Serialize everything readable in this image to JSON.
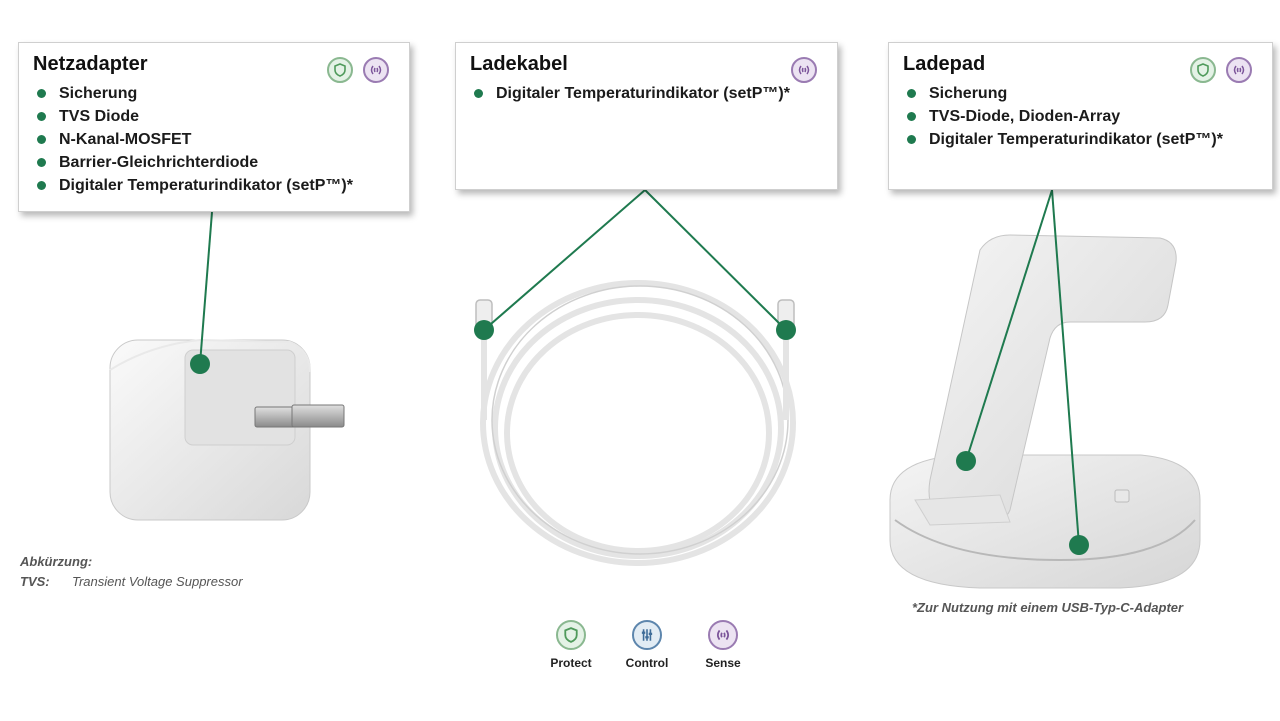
{
  "boxes": {
    "netzadapter": {
      "title": "Netzadapter",
      "items": [
        "Sicherung",
        "TVS Diode",
        "N-Kanal-MOSFET",
        "Barrier-Gleichrichterdiode",
        "Digitaler Temperaturindikator (setP™)*"
      ]
    },
    "ladekabel": {
      "title": "Ladekabel",
      "items": [
        "Digitaler Temperaturindikator (setP™)*"
      ]
    },
    "ladepad": {
      "title": "Ladepad",
      "items": [
        "Sicherung",
        "TVS-Diode, Dioden-Array",
        "Digitaler Temperaturindikator (setP™)*"
      ]
    }
  },
  "abbreviation": {
    "heading": "Abkürzung:",
    "term": "TVS:",
    "definition": "Transient Voltage Suppressor"
  },
  "footnote": "*Zur Nutzung mit einem USB-Typ-C-Adapter",
  "legend": [
    {
      "label": "Protect",
      "icon": "shield-icon"
    },
    {
      "label": "Control",
      "icon": "sliders-icon"
    },
    {
      "label": "Sense",
      "icon": "waves-icon"
    }
  ],
  "colors": {
    "accent_green": "#1f7a4f",
    "protect": "#8ab890",
    "sense": "#9a7bb2",
    "control": "#5d86ad"
  }
}
